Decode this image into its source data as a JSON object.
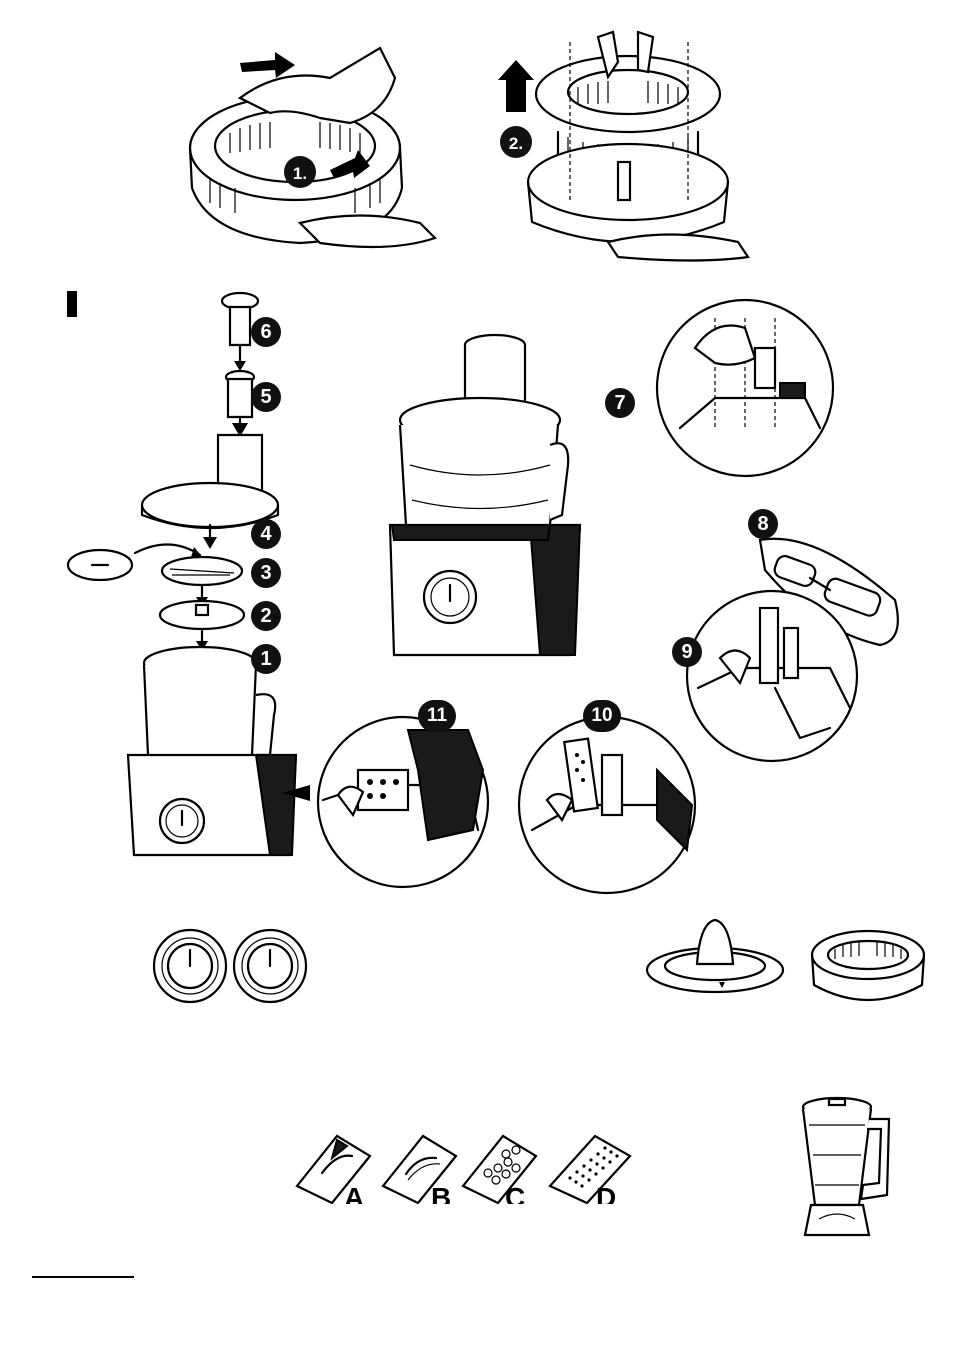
{
  "fig_top": {
    "step1_label": "1.",
    "step2_label": "2."
  },
  "section_marker": "I",
  "assembly_steps": [
    "1",
    "2",
    "3",
    "4",
    "5",
    "6",
    "7",
    "8",
    "9",
    "10",
    "11"
  ],
  "disc_labels": [
    "A",
    "B",
    "C",
    "D"
  ],
  "colors": {
    "ink": "#000000",
    "paper": "#ffffff",
    "badge": "#111111"
  }
}
